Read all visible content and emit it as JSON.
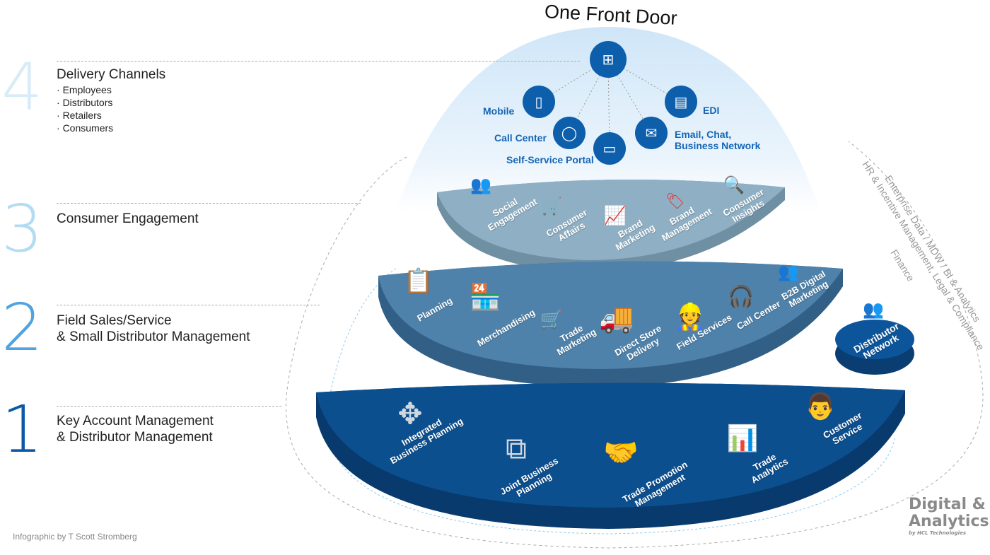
{
  "title": "One Front Door",
  "levels": [
    {
      "number": "4",
      "title": "Delivery Channels",
      "items": [
        "Employees",
        "Distributors",
        "Retailers",
        "Consumers"
      ]
    },
    {
      "number": "3",
      "title": "Consumer Engagement"
    },
    {
      "number": "2",
      "title_line1": "Field Sales/Service",
      "title_line2": "& Small Distributor Management"
    },
    {
      "number": "1",
      "title_line1": "Key Account Management",
      "title_line2": "& Distributor Management"
    }
  ],
  "channels": {
    "hub_icon": "sitemap-icon",
    "items": [
      {
        "label": "Mobile",
        "icon": "mobile-icon"
      },
      {
        "label": "Call Center",
        "icon": "speech-bubble-icon"
      },
      {
        "label": "Self-Service Portal",
        "icon": "monitor-icon"
      },
      {
        "label_line1": "Email, Chat,",
        "label_line2": "Business Network",
        "icon": "envelope-icon"
      },
      {
        "label": "EDI",
        "icon": "document-icon"
      }
    ]
  },
  "layer3": [
    "Social Engagement",
    "Consumer Affairs",
    "Brand Marketing",
    "Brand Management",
    "Consumer Insights"
  ],
  "layer2": [
    "Planning",
    "Merchandising",
    "Trade Marketing",
    "Direct Store Delivery",
    "Field Services",
    "Call Center",
    "B2B Digital Marketing"
  ],
  "distributor": "Distributor Network",
  "layer1": [
    "Integrated Business Planning",
    "Joint Business Planning",
    "Trade Promotion Management",
    "Trade Analytics",
    "Customer Service"
  ],
  "side_text": {
    "line1": "Enterprise Data / MDW / BI & Analytics",
    "line2": "HR & Incentive Management, Legal & Compliance",
    "line3": "Finance"
  },
  "credit": "Infographic by T Scott Stromberg",
  "logo": {
    "line1": "Digital &",
    "line2": "Analytics",
    "line3": "by HCL Technologies"
  },
  "colors": {
    "num4": "#d8ecf8",
    "num3": "#b3dcf4",
    "num2": "#4fa3df",
    "num1": "#0b5aa8",
    "layer3": "#8fb0c4",
    "layer2": "#4f82ab",
    "layer1": "#0c4f8f",
    "icon": "#0d5fab"
  }
}
